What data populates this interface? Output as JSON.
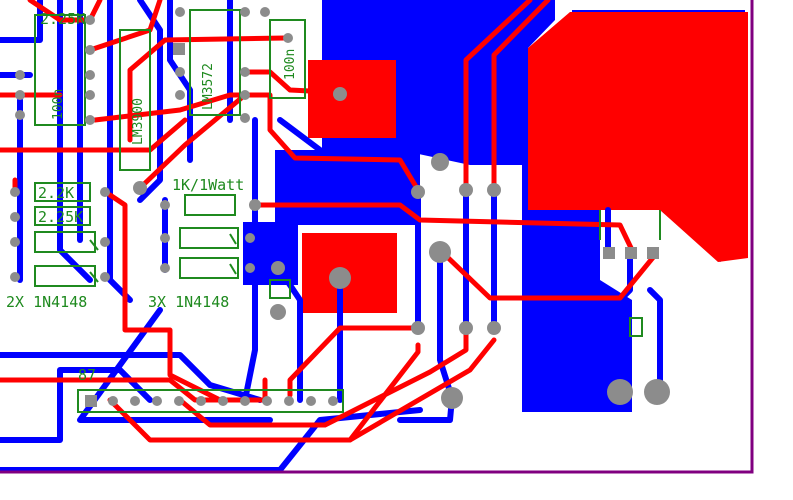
{
  "colors": {
    "background": "#ffffff",
    "top_copper": "#ff0000",
    "bottom_copper": "#0000ff",
    "silkscreen": "#1f8a1f",
    "pad": "#8c8c8c",
    "board_outline": "#800080"
  },
  "silkscreen_labels": {
    "resistor_2k2": "2.2K",
    "resistor_2k5": "2.25K",
    "resistor_25k_top": "2.25K",
    "power_resistor": "1K/1Watt",
    "diodes_left": "2X 1N4148",
    "diodes_right": "3X 1N4148",
    "connector_ref": "87",
    "ic_left_label": "LM3900",
    "ic_right_label": "LM3572",
    "cap_label_right": "100n",
    "cap_label_left": "100n"
  }
}
